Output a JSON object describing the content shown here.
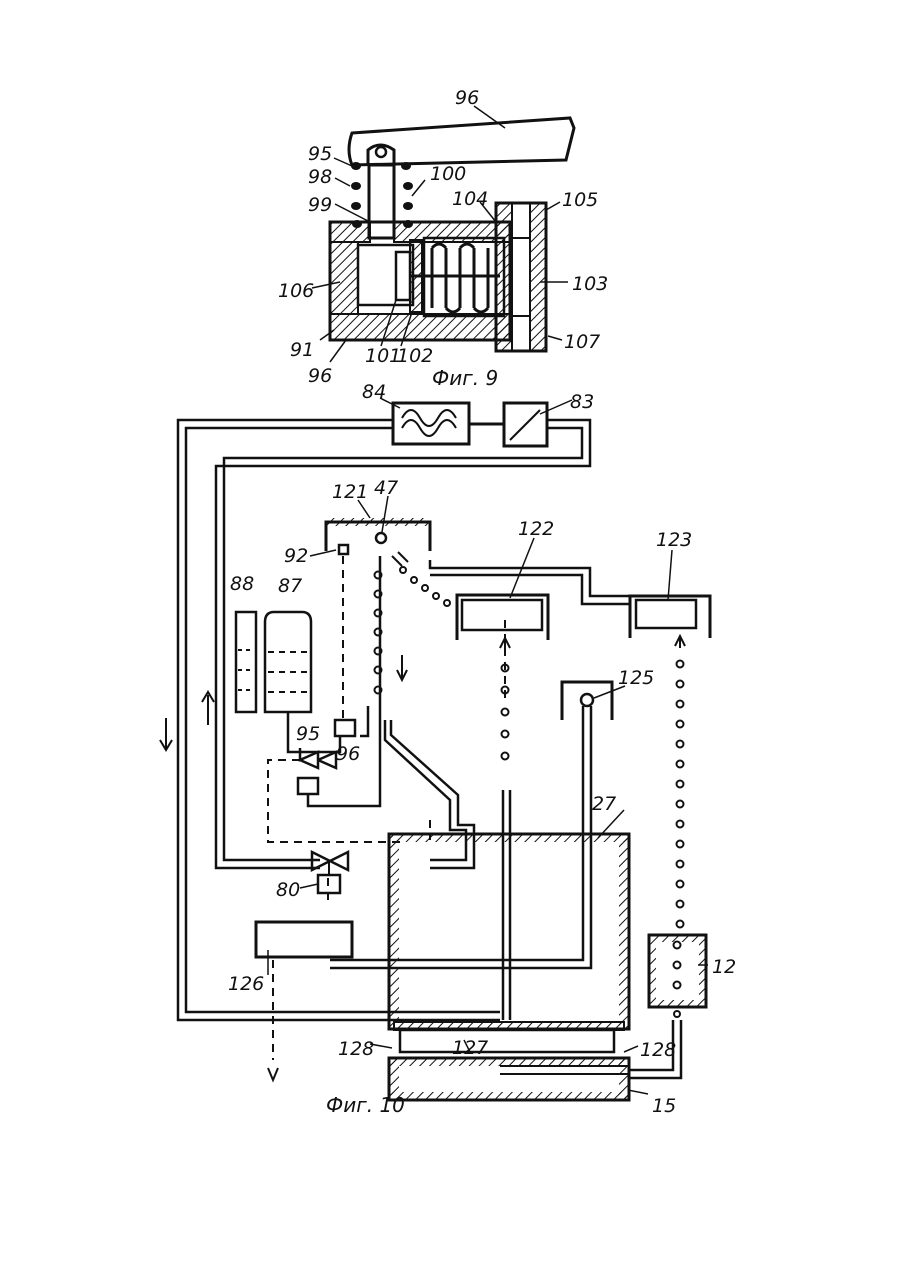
{
  "fig9": {
    "caption": "Фиг. 9",
    "labels": {
      "l96_top": "96",
      "l95": "95",
      "l98": "98",
      "l99": "99",
      "l100": "100",
      "l104": "104",
      "l105": "105",
      "l106": "106",
      "l103": "103",
      "l91": "91",
      "l96_bottom": "96",
      "l101": "101",
      "l102": "102",
      "l107": "107"
    }
  },
  "fig10": {
    "caption": "Фиг. 10",
    "labels": {
      "l84": "84",
      "l83": "83",
      "l121": "121",
      "l47": "47",
      "l122": "122",
      "l123": "123",
      "l92": "92",
      "l88": "88",
      "l87": "87",
      "l125": "125",
      "l95": "95",
      "l96": "96",
      "l27": "27",
      "l80": "80",
      "l12": "12",
      "l126": "126",
      "l128_left": "128",
      "l127": "127",
      "l128_right": "128",
      "l15": "15"
    }
  }
}
